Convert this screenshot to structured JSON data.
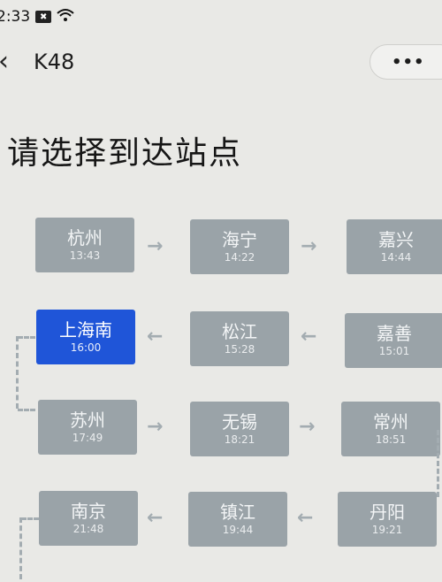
{
  "status": {
    "time": "2:33",
    "badge": "✖"
  },
  "nav": {
    "title": "K48",
    "more": "•••"
  },
  "page": {
    "title": "请选择到达站点"
  },
  "stations": [
    {
      "name": "杭州",
      "time": "13:43"
    },
    {
      "name": "海宁",
      "time": "14:22"
    },
    {
      "name": "嘉兴",
      "time": "14:44"
    },
    {
      "name": "上海南",
      "time": "16:00"
    },
    {
      "name": "松江",
      "time": "15:28"
    },
    {
      "name": "嘉善",
      "time": "15:01"
    },
    {
      "name": "苏州",
      "time": "17:49"
    },
    {
      "name": "无锡",
      "time": "18:21"
    },
    {
      "name": "常州",
      "time": "18:51"
    },
    {
      "name": "南京",
      "time": "21:48"
    },
    {
      "name": "镇江",
      "time": "19:44"
    },
    {
      "name": "丹阳",
      "time": "19:21"
    }
  ],
  "selected_station": "上海南",
  "colors": {
    "selected": "#1f55d8",
    "station": "#9aa3a8",
    "arrow": "#a3acb1"
  }
}
